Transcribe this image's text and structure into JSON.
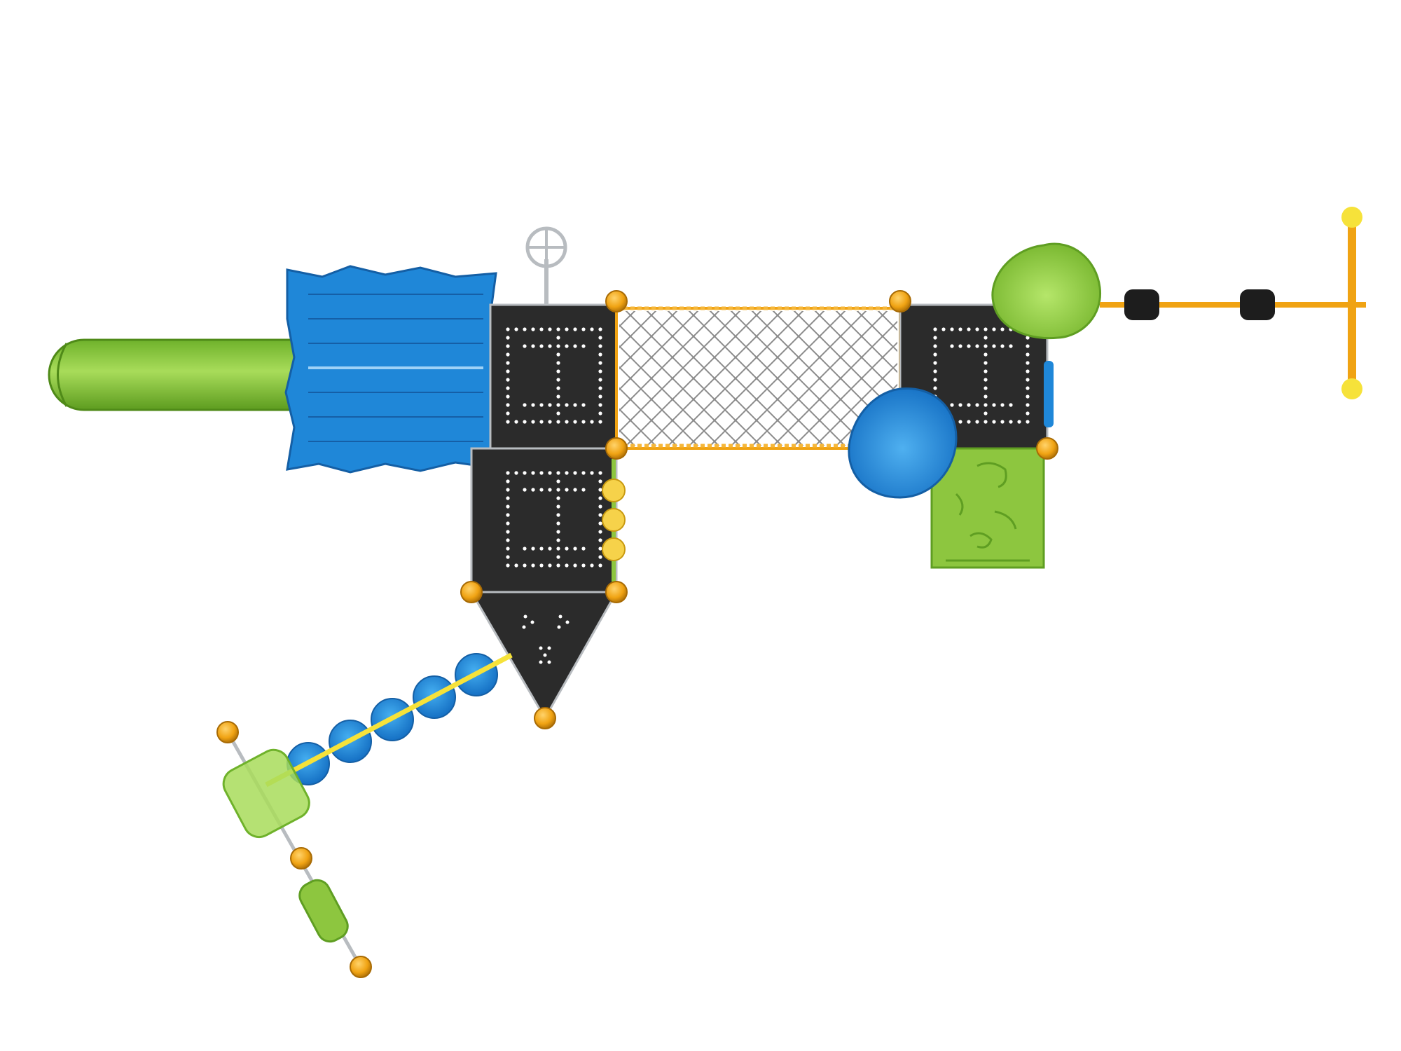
{
  "diagram": {
    "view": "top-down plan",
    "components": [
      {
        "id": "tube-slide",
        "icon": "tube-slide-icon"
      },
      {
        "id": "wave-slide",
        "icon": "wave-slide-icon"
      },
      {
        "id": "steering-wheel",
        "icon": "steering-wheel-icon"
      },
      {
        "id": "deck-1",
        "icon": "deck-icon"
      },
      {
        "id": "deck-2",
        "icon": "deck-icon"
      },
      {
        "id": "triangle-deck",
        "icon": "triangle-deck-icon"
      },
      {
        "id": "net-bridge",
        "icon": "net-bridge-icon"
      },
      {
        "id": "deck-3",
        "icon": "deck-icon"
      },
      {
        "id": "green-canopy",
        "icon": "leaf-canopy-icon"
      },
      {
        "id": "blue-canopy",
        "icon": "leaf-canopy-icon"
      },
      {
        "id": "climber-panel",
        "icon": "rock-climber-icon"
      },
      {
        "id": "overhead-ladder",
        "icon": "overhead-ladder-icon"
      },
      {
        "id": "disc-climber",
        "icon": "disc-climber-icon"
      },
      {
        "id": "spring-step",
        "icon": "step-icon"
      },
      {
        "id": "bead-rails",
        "icon": "bead-rail-icon"
      }
    ],
    "colors": {
      "green": "#8dc63f",
      "green_dark": "#5f9e22",
      "blue": "#1f87d8",
      "blue_dark": "#1566b0",
      "deck": "#2b2b2b",
      "post": "#f0a313",
      "post_dark": "#c07d08",
      "yellow_rail": "#f6e23a",
      "net": "#7a7a7a",
      "steel": "#b8bcc0"
    }
  }
}
